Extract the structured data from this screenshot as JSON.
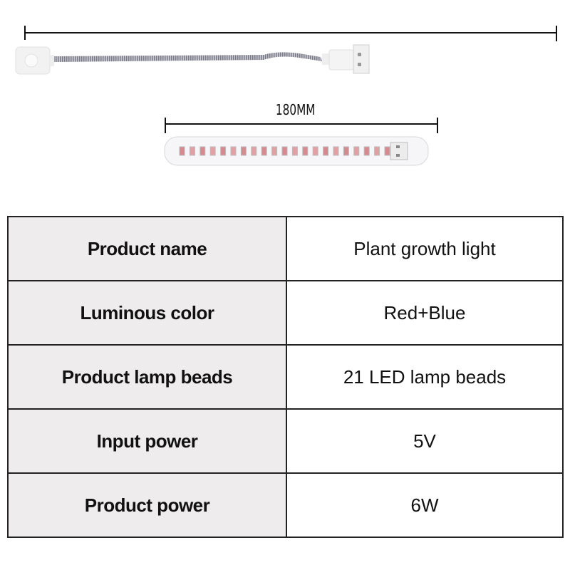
{
  "dimension": {
    "label": "180MM"
  },
  "specs": [
    {
      "label": "Product name",
      "value": "Plant growth light"
    },
    {
      "label": "Luminous color",
      "value": "Red+Blue"
    },
    {
      "label": "Product lamp beads",
      "value": "21 LED lamp beads"
    },
    {
      "label": "Input power",
      "value": "5V"
    },
    {
      "label": "Product power",
      "value": "6W"
    }
  ],
  "colors": {
    "label_bg": "#eeeced",
    "border": "#222222",
    "led": "#d98a8a"
  }
}
